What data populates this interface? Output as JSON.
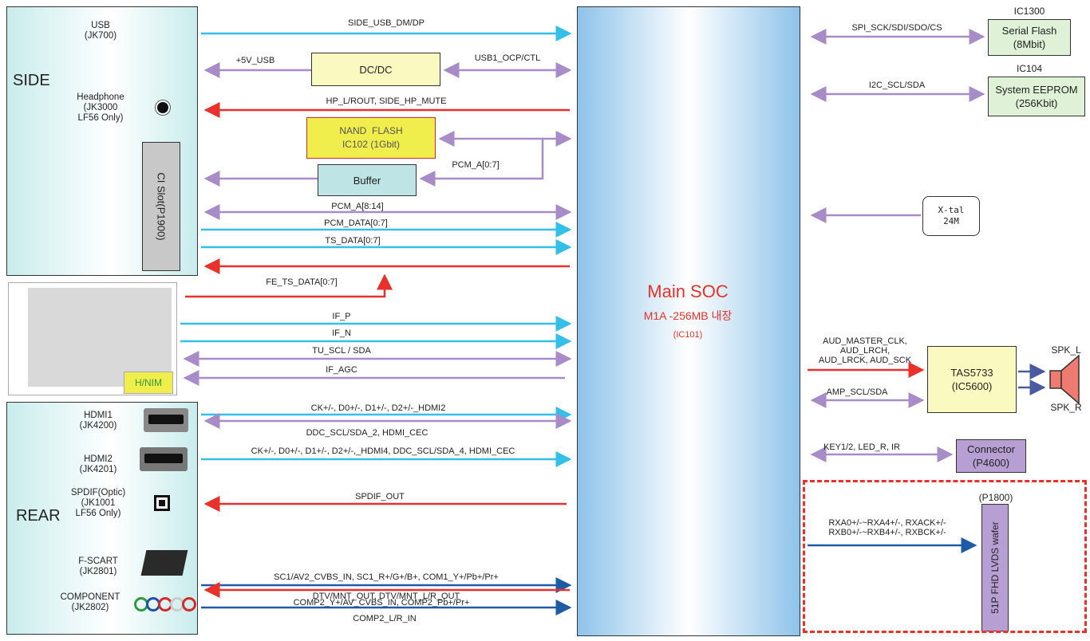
{
  "side": {
    "title": "SIDE",
    "usb": "USB\n(JK700)",
    "headphone": "Headphone\n(JK3000\nLF56 Only)",
    "ci_slot": "CI Slot(P1900)"
  },
  "rear": {
    "title": "REAR",
    "hdmi1": "HDMI1\n(JK4200)",
    "hdmi2": "HDMI2\n(JK4201)",
    "spdif": "SPDIF(Optic)\n(JK1001\nLF56 Only)",
    "fscart": "F-SCART\n(JK2801)",
    "component": "COMPONENT\n(JK2802)"
  },
  "nim_label": "H/NIM",
  "blocks": {
    "dcdc": "DC/DC",
    "nand": "NAND  FLASH\nIC102 (1Gbit)",
    "buffer": "Buffer",
    "serial_flash_ref": "IC1300",
    "serial_flash": "Serial Flash\n(8Mbit)",
    "eeprom_ref": "IC104",
    "eeprom": "System EEPROM\n(256Kbit)",
    "xtal": "X-tal\n24M",
    "amp": "TAS5733\n(IC5600)",
    "connector": "Connector\n(P4600)",
    "lvds_ref": "(P1800)",
    "lvds": "51P  FHD LVDS wafer",
    "spk_l": "SPK_L",
    "spk_r": "SPK_R"
  },
  "soc": {
    "title": "Main SOC",
    "subtitle": "M1A -256MB 내장",
    "ref": "(IC101)"
  },
  "signals": {
    "side_usb": "SIDE_USB_DM/DP",
    "usb5v": "+5V_USB",
    "usb_ocp": "USB1_OCP/CTL",
    "hp": "HP_L/ROUT, SIDE_HP_MUTE",
    "pcm_a07": "PCM_A[0:7]",
    "pcm_a814": "PCM_A[8:14]",
    "pcm_data": "PCM_DATA[0:7]",
    "ts_data": "TS_DATA[0:7]",
    "fe_ts": "FE_TS_DATA[0:7]",
    "if_p": "IF_P",
    "if_n": "IF_N",
    "tu_scl": "TU_SCL / SDA",
    "if_agc": "IF_AGC",
    "hdmi2_sig": "CK+/-, D0+/-, D1+/-, D2+/-_HDMI2",
    "ddc2": "DDC_SCL/SDA_2, HDMI_CEC",
    "hdmi4_sig": "CK+/-, D0+/-, D1+/-, D2+/-,_HDMI4, DDC_SCL/SDA_4, HDMI_CEC",
    "spdif_out": "SPDIF_OUT",
    "scart_in": "SC1/AV2_CVBS_IN,  SC1_R+/G+/B+, COM1_Y+/Pb+/Pr+",
    "scart_out": "DTV/MNT_OUT, DTV/MNT_L/R_OUT",
    "comp_in": "COMP2_Y+/AV_CVBS_IN, COMP2_Pb+/Pr+",
    "comp_lr": "COMP2_L/R_IN",
    "spi": "SPI_SCK/SDI/SDO/CS",
    "i2c": "I2C_SCL/SDA",
    "aud": "AUD_MASTER_CLK,\nAUD_LRCH,\nAUD_LRCK, AUD_SCK",
    "amp_scl": "AMP_SCL/SDA",
    "key": "KEY1/2, LED_R, IR",
    "lvds_sig": "RXA0+/-~RXA4+/-, RXACK+/-\nRXB0+/-~RXB4+/-, RXBCK+/-"
  },
  "colors": {
    "cyan": "#33bfe8",
    "red": "#e8312a",
    "purple": "#a88cc8",
    "navy": "#1f5aa6",
    "yellow": "#fafac0",
    "green": "#dff1d6",
    "violet": "#b79fd3",
    "soc_text": "#e8312a"
  }
}
